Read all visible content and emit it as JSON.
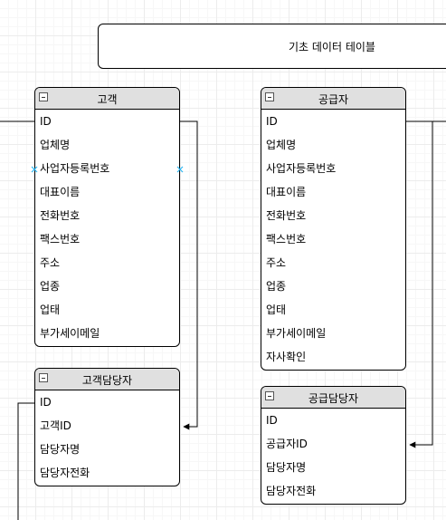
{
  "title": "기초 데이터 테이블",
  "entities": {
    "customer": {
      "name": "고객",
      "fields": [
        "ID",
        "업체명",
        "사업자등록번호",
        "대표이름",
        "전화번호",
        "팩스번호",
        "주소",
        "업종",
        "업태",
        "부가세이메일"
      ]
    },
    "supplier": {
      "name": "공급자",
      "fields": [
        "ID",
        "업체명",
        "사업자등록번호",
        "대표이름",
        "전화번호",
        "팩스번호",
        "주소",
        "업종",
        "업태",
        "부가세이메일",
        "자사확인"
      ]
    },
    "customer_contact": {
      "name": "고객담당자",
      "fields": [
        "ID",
        "고객ID",
        "담당자명",
        "담당자전화"
      ]
    },
    "supplier_contact": {
      "name": "공급담당자",
      "fields": [
        "ID",
        "공급자ID",
        "담당자명",
        "담당자전화"
      ]
    }
  },
  "relations": [
    {
      "from": "customer.ID",
      "to": "customer_contact.고객ID"
    },
    {
      "from": "supplier.ID",
      "to": "supplier_contact.공급자ID"
    }
  ],
  "colors": {
    "header": "#e0e0e0",
    "border": "#000000",
    "selection": "#29b6f2"
  }
}
